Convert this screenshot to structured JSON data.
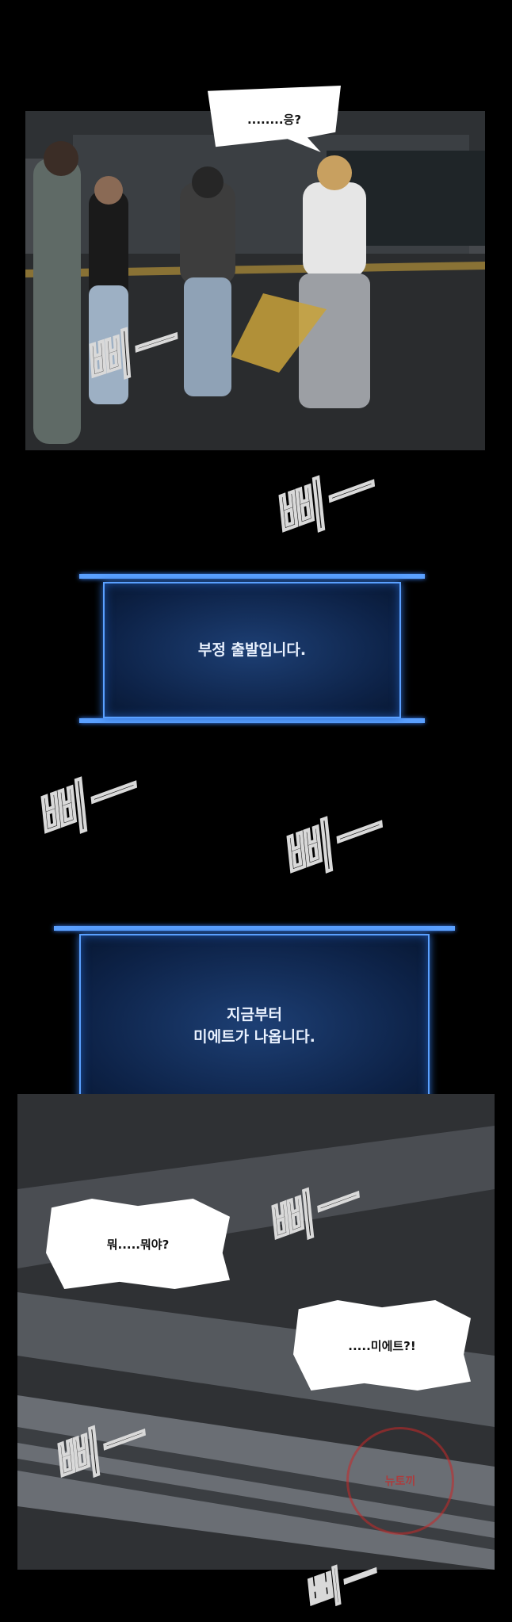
{
  "panel1": {
    "bubble": "........응?"
  },
  "sfx": {
    "beep": "삐ㅡ"
  },
  "system_windows": [
    {
      "lines": [
        "부정 출발입니다."
      ]
    },
    {
      "lines": [
        "지금부터",
        "미에트가 나옵니다."
      ]
    }
  ],
  "panel2": {
    "bubble1": "뭐.....뭐야?",
    "bubble2": ".....미에트?!"
  },
  "watermark": {
    "text": "뉴토끼"
  }
}
